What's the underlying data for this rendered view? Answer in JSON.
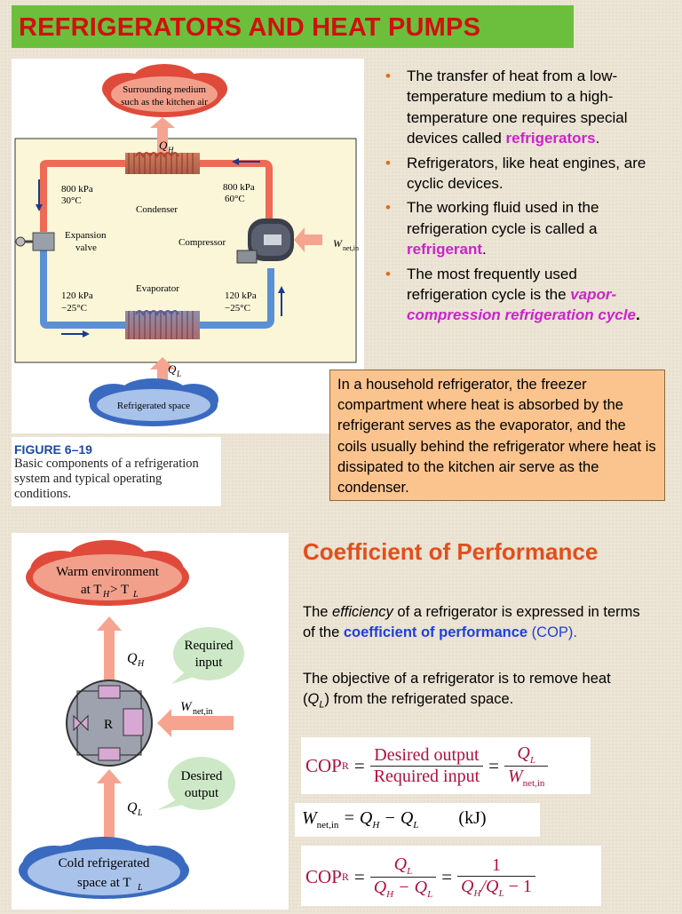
{
  "title": "REFRIGERATORS AND HEAT PUMPS",
  "figure1": {
    "surrounding": [
      "Surrounding medium",
      "such as the kitchen air"
    ],
    "qh": "Q",
    "qh_sub": "H",
    "ql": "Q",
    "ql_sub": "L",
    "condenser": "Condenser",
    "evaporator": "Evaporator",
    "compressor": "Compressor",
    "expansion": [
      "Expansion",
      "valve"
    ],
    "top_left": [
      "800 kPa",
      "30°C"
    ],
    "top_right": [
      "800 kPa",
      "60°C"
    ],
    "bottom_left": [
      "120 kPa",
      "−25°C"
    ],
    "bottom_right": [
      "120 kPa",
      "−25°C"
    ],
    "wnet": "W",
    "wnet_sub": "net,in",
    "refrigerated_space": "Refrigerated space",
    "caption_head": "FIGURE 6–19",
    "caption_lines": [
      "Basic components of a refrigeration",
      "system and typical operating",
      "conditions."
    ]
  },
  "bullets": [
    {
      "pre": "The transfer of heat from a low-temperature medium to a high-temperature one requires special devices called ",
      "highlight": "refrigerators",
      "post": "."
    },
    {
      "pre": "Refrigerators, like heat engines, are cyclic devices.",
      "highlight": "",
      "post": ""
    },
    {
      "pre": "The working fluid used in the refrigeration cycle is called a ",
      "highlight": "refrigerant",
      "post": "."
    },
    {
      "pre": "The most frequently used refrigeration cycle is the ",
      "highlight": "vapor-compression refrigeration cycle",
      "post": "."
    }
  ],
  "note": "In a household refrigerator, the freezer compartment where heat is absorbed by the refrigerant serves as the evaporator, and the coils usually behind the refrigerator where heat is dissipated to the kitchen air serve as the condenser.",
  "figure2": {
    "warm": "Warm environment",
    "warm_sub": "at T",
    "warm_cond": "H",
    "warm_gt": " > T",
    "warm_cond2": "L",
    "qh": "Q",
    "qh_sub": "H",
    "required": [
      "Required",
      "input"
    ],
    "wnet": "W",
    "wnet_sub": "net,in",
    "r": "R",
    "desired": [
      "Desired",
      "output"
    ],
    "ql": "Q",
    "ql_sub": "L",
    "cold": "Cold refrigerated",
    "cold_sub": "space at T",
    "cold_cond": "L"
  },
  "cop": {
    "heading": "Coefficient of Performance",
    "p1_a": "The ",
    "p1_em": "efficiency",
    "p1_b": " of a refrigerator is expressed in terms of the ",
    "p1_blue": "coefficient of performance",
    "p1_c": " (COP).",
    "p2_a": "The objective of a refrigerator is to remove heat (",
    "p2_q": "Q",
    "p2_sub": "L",
    "p2_b": ") from the refrigerated space.",
    "eq1_lhs": "COP",
    "eq1_lhs_sub": "R",
    "eq1_num": "Desired output",
    "eq1_den": "Required input",
    "eq1_rnum": "Q",
    "eq1_rnum_sub": "L",
    "eq1_rden": "W",
    "eq1_rden_sub": "net,in",
    "eq2_w": "W",
    "eq2_w_sub": "net,in",
    "eq2_rest": "= Q",
    "eq2_qh_sub": "H",
    "eq2_minus": " − Q",
    "eq2_ql_sub": "L",
    "eq2_unit": "(kJ)",
    "eq3_lhs": "COP",
    "eq3_lhs_sub": "R",
    "eq3_num": "Q",
    "eq3_num_sub": "L",
    "eq3_den_a": "Q",
    "eq3_den_a_sub": "H",
    "eq3_den_b": " − Q",
    "eq3_den_b_sub": "L",
    "eq3_rnum": "1",
    "eq3_rden_a": "Q",
    "eq3_rden_a_sub": "H",
    "eq3_rden_b": "/Q",
    "eq3_rden_b_sub": "L",
    "eq3_rden_c": " − 1"
  },
  "colors": {
    "title_bg": "#6cbf3c",
    "title_fg": "#d01010",
    "highlight": "#cc22cc",
    "note_bg": "#fbc48e",
    "heading": "#e24e1b"
  }
}
